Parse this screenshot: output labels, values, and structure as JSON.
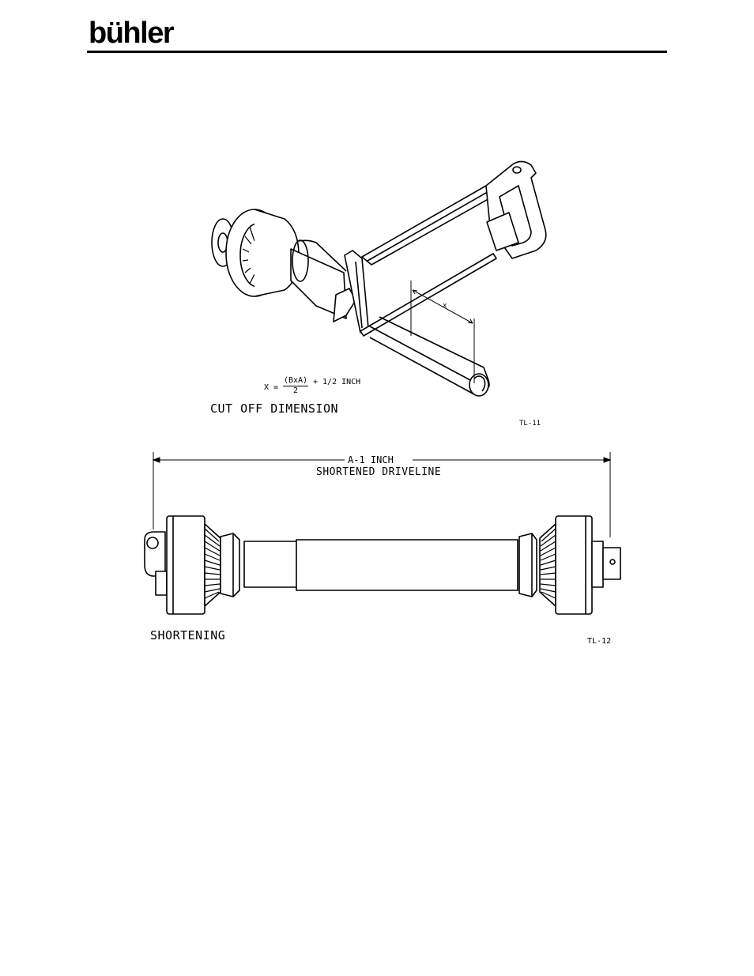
{
  "header": {
    "logo_text": "bühler"
  },
  "figure_top": {
    "formula_x": "X =",
    "formula_numerator": "(BxA)",
    "formula_denominator": "2",
    "formula_tail": "+ 1/2 INCH",
    "dimension_letter": "x",
    "caption": "CUT OFF DIMENSION",
    "ref": "TL-11"
  },
  "figure_bottom": {
    "dimension_top": "A-1 INCH",
    "dimension_bottom": "SHORTENED DRIVELINE",
    "caption": "SHORTENING",
    "ref": "TL-12"
  }
}
